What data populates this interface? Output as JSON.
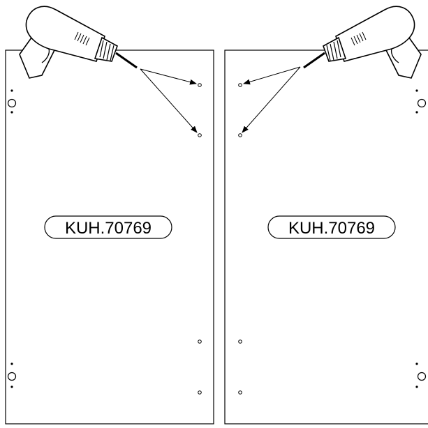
{
  "diagram": {
    "panels": [
      {
        "id": "left",
        "label": "KUH.70769"
      },
      {
        "id": "right",
        "label": "KUH.70769"
      }
    ],
    "drill_icon": "power-drill-icon",
    "colors": {
      "ink": "#000000",
      "paper": "#ffffff"
    }
  }
}
